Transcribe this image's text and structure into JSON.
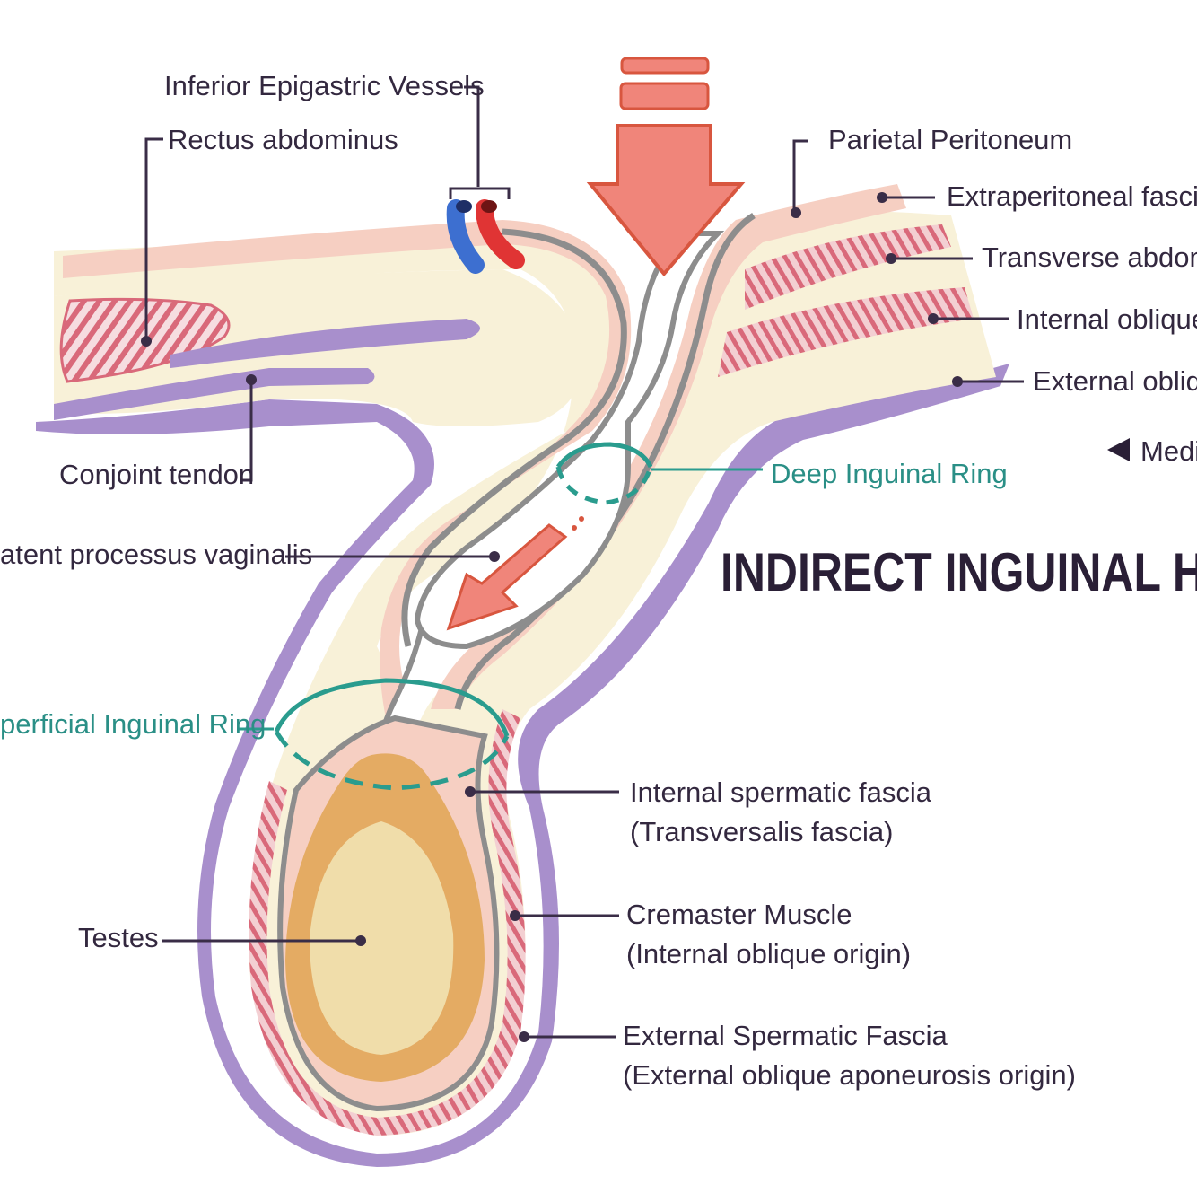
{
  "title": "INDIRECT INGUINAL H",
  "medial_marker": "Media",
  "labels": {
    "inferior_epigastric": "Inferior Epigastric Vessels",
    "rectus": "Rectus abdominus",
    "parietal_peritoneum": "Parietal Peritoneum",
    "extraperitoneal": "Extraperitoneal fascia",
    "transverse": "Transverse abdomin",
    "internal_oblique": "Internal oblique",
    "external_oblique": "External obliqu",
    "conjoint": "Conjoint tendon",
    "deep_ring": "Deep Inguinal Ring",
    "processus": "atent processus vaginalis",
    "superficial_ring": "perficial Inguinal Ring",
    "int_spermatic_1": "Internal spermatic fascia",
    "int_spermatic_2": "(Transversalis fascia)",
    "cremaster_1": "Cremaster Muscle",
    "cremaster_2": "(Internal oblique origin)",
    "testes": "Testes",
    "ext_spermatic_1": "External Spermatic Fascia",
    "ext_spermatic_2": "(External oblique aponeurosis origin)"
  },
  "colors": {
    "peritoneum_pink": "#f6cfc2",
    "fascia_cream": "#f8f1d8",
    "muscle_red": "#d9697a",
    "aponeurosis_purple": "#a88fcc",
    "grey_layer": "#8d8d8d",
    "teal_ring": "#2a9c8e",
    "arrow_orange": "#f0857a",
    "testes_orange": "#e4ab63",
    "testes_yellow": "#f0ddaa",
    "vein_blue": "#3d6fd0",
    "artery_red": "#e03434"
  }
}
